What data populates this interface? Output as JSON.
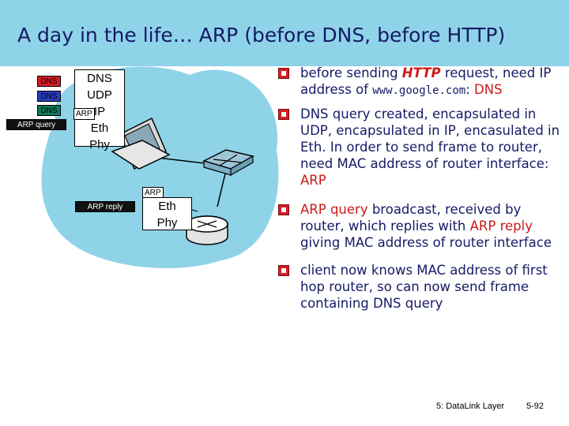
{
  "title": "A day in the life… ARP (before DNS, before HTTP)",
  "client_stack": [
    "DNS",
    "UDP",
    "IP",
    "Eth",
    "Phy"
  ],
  "router_stack": [
    "Eth",
    "Phy"
  ],
  "messages": {
    "dns_1": "DNS",
    "dns_2": "DNS",
    "dns_3": "DNS",
    "arp_query": "ARP query",
    "arp_reply": "ARP reply",
    "arp_tag_client": "ARP",
    "arp_tag_router": "ARP"
  },
  "bullets": {
    "b1": {
      "p1": "before sending ",
      "http": "HTTP",
      "p2": " request, need IP address of ",
      "url": "www.google.com",
      "p3": ": ",
      "dns": "DNS"
    },
    "b2": {
      "p1": "DNS query created, encapsulated in UDP, encapsulated in IP, encasulated in Eth.  In order to send frame to router, need MAC address of router interface: ",
      "arp": "ARP"
    },
    "b3": {
      "q": "ARP query",
      "p1": " broadcast, received by router, which replies with ",
      "r": "ARP reply",
      "p2": " giving MAC address of router interface"
    },
    "b4": "client now knows MAC address of first hop router, so can now send frame containing DNS query"
  },
  "footer": {
    "course": "5: DataLink Layer",
    "page": "5-92"
  },
  "colors": {
    "title_band": "#8FD3E8",
    "network_blob": "#8FD3E8",
    "accent_red": "#cc1a1a",
    "text_navy": "#151a66"
  }
}
